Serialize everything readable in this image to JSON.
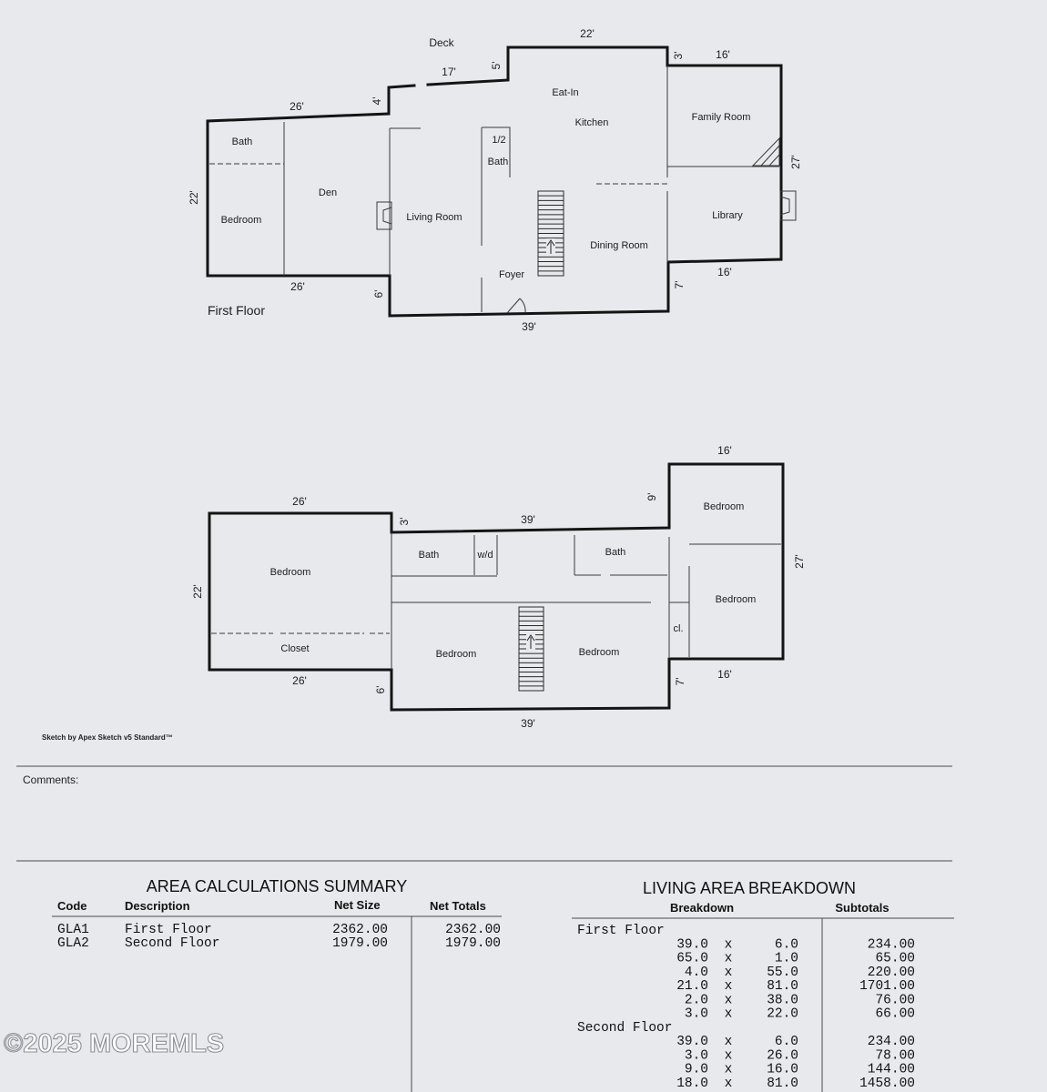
{
  "floor1": {
    "label": "First Floor",
    "rooms": {
      "deck": "Deck",
      "eat_in": "Eat-In",
      "kitchen": "Kitchen",
      "family_room": "Family Room",
      "half_bath_fraction": "1/2",
      "half_bath": "Bath",
      "bath": "Bath",
      "den": "Den",
      "bedroom": "Bedroom",
      "living_room": "Living Room",
      "library": "Library",
      "dining_room": "Dining Room",
      "foyer": "Foyer"
    },
    "dims": {
      "top_left": "26'",
      "left": "22'",
      "bottom_left": "26'",
      "left_step": "4'",
      "deck_run": "17'",
      "deck_step": "5'",
      "top": "22'",
      "right_step": "3'",
      "top_right": "16'",
      "right": "27'",
      "bottom_right": "16'",
      "bottom_right_step": "7'",
      "bottom": "39'",
      "bottom_left_step": "6'"
    }
  },
  "floor2": {
    "rooms": {
      "bedroom_left": "Bedroom",
      "closet": "Closet",
      "bath_left": "Bath",
      "wd": "w/d",
      "bath_right": "Bath",
      "bedroom_top_right": "Bedroom",
      "bedroom_right": "Bedroom",
      "closet_small": "cl.",
      "bedroom_center_left": "Bedroom",
      "bedroom_center_right": "Bedroom"
    },
    "dims": {
      "top_left": "26'",
      "left": "22'",
      "bottom_left": "26'",
      "left_step": "3'",
      "top": "39'",
      "right_step": "9'",
      "top_right": "16'",
      "right": "27'",
      "bottom_right": "16'",
      "bottom_right_step": "7'",
      "bottom": "39'",
      "bottom_left_step": "6'"
    }
  },
  "sketch_credit": "Sketch by Apex Sketch v5 Standard™",
  "comments_label": "Comments:",
  "area_summary": {
    "title": "AREA CALCULATIONS SUMMARY",
    "headers": {
      "code": "Code",
      "description": "Description",
      "net_size": "Net Size",
      "net_totals": "Net Totals"
    },
    "rows": [
      {
        "code": "GLA1",
        "description": "First Floor",
        "net_size": "2362.00",
        "net_total": "2362.00"
      },
      {
        "code": "GLA2",
        "description": "Second Floor",
        "net_size": "1979.00",
        "net_total": "1979.00"
      }
    ]
  },
  "living_area": {
    "title": "LIVING AREA BREAKDOWN",
    "headers": {
      "breakdown": "Breakdown",
      "subtotals": "Subtotals"
    },
    "groups": [
      {
        "name": "First Floor",
        "rows": [
          {
            "factor_1": "39.0",
            "operator": "x",
            "factor_2": "6.0",
            "subtotal": "234.00"
          },
          {
            "factor_1": "65.0",
            "operator": "x",
            "factor_2": "1.0",
            "subtotal": "65.00"
          },
          {
            "factor_1": "4.0",
            "operator": "x",
            "factor_2": "55.0",
            "subtotal": "220.00"
          },
          {
            "factor_1": "21.0",
            "operator": "x",
            "factor_2": "81.0",
            "subtotal": "1701.00"
          },
          {
            "factor_1": "2.0",
            "operator": "x",
            "factor_2": "38.0",
            "subtotal": "76.00"
          },
          {
            "factor_1": "3.0",
            "operator": "x",
            "factor_2": "22.0",
            "subtotal": "66.00"
          }
        ]
      },
      {
        "name": "Second Floor",
        "rows": [
          {
            "factor_1": "39.0",
            "operator": "x",
            "factor_2": "6.0",
            "subtotal": "234.00"
          },
          {
            "factor_1": "3.0",
            "operator": "x",
            "factor_2": "26.0",
            "subtotal": "78.00"
          },
          {
            "factor_1": "9.0",
            "operator": "x",
            "factor_2": "16.0",
            "subtotal": "144.00"
          },
          {
            "factor_1": "18.0",
            "operator": "x",
            "factor_2": "81.0",
            "subtotal": "1458.00"
          }
        ]
      }
    ]
  },
  "watermark": "©2025 MOREMLS"
}
